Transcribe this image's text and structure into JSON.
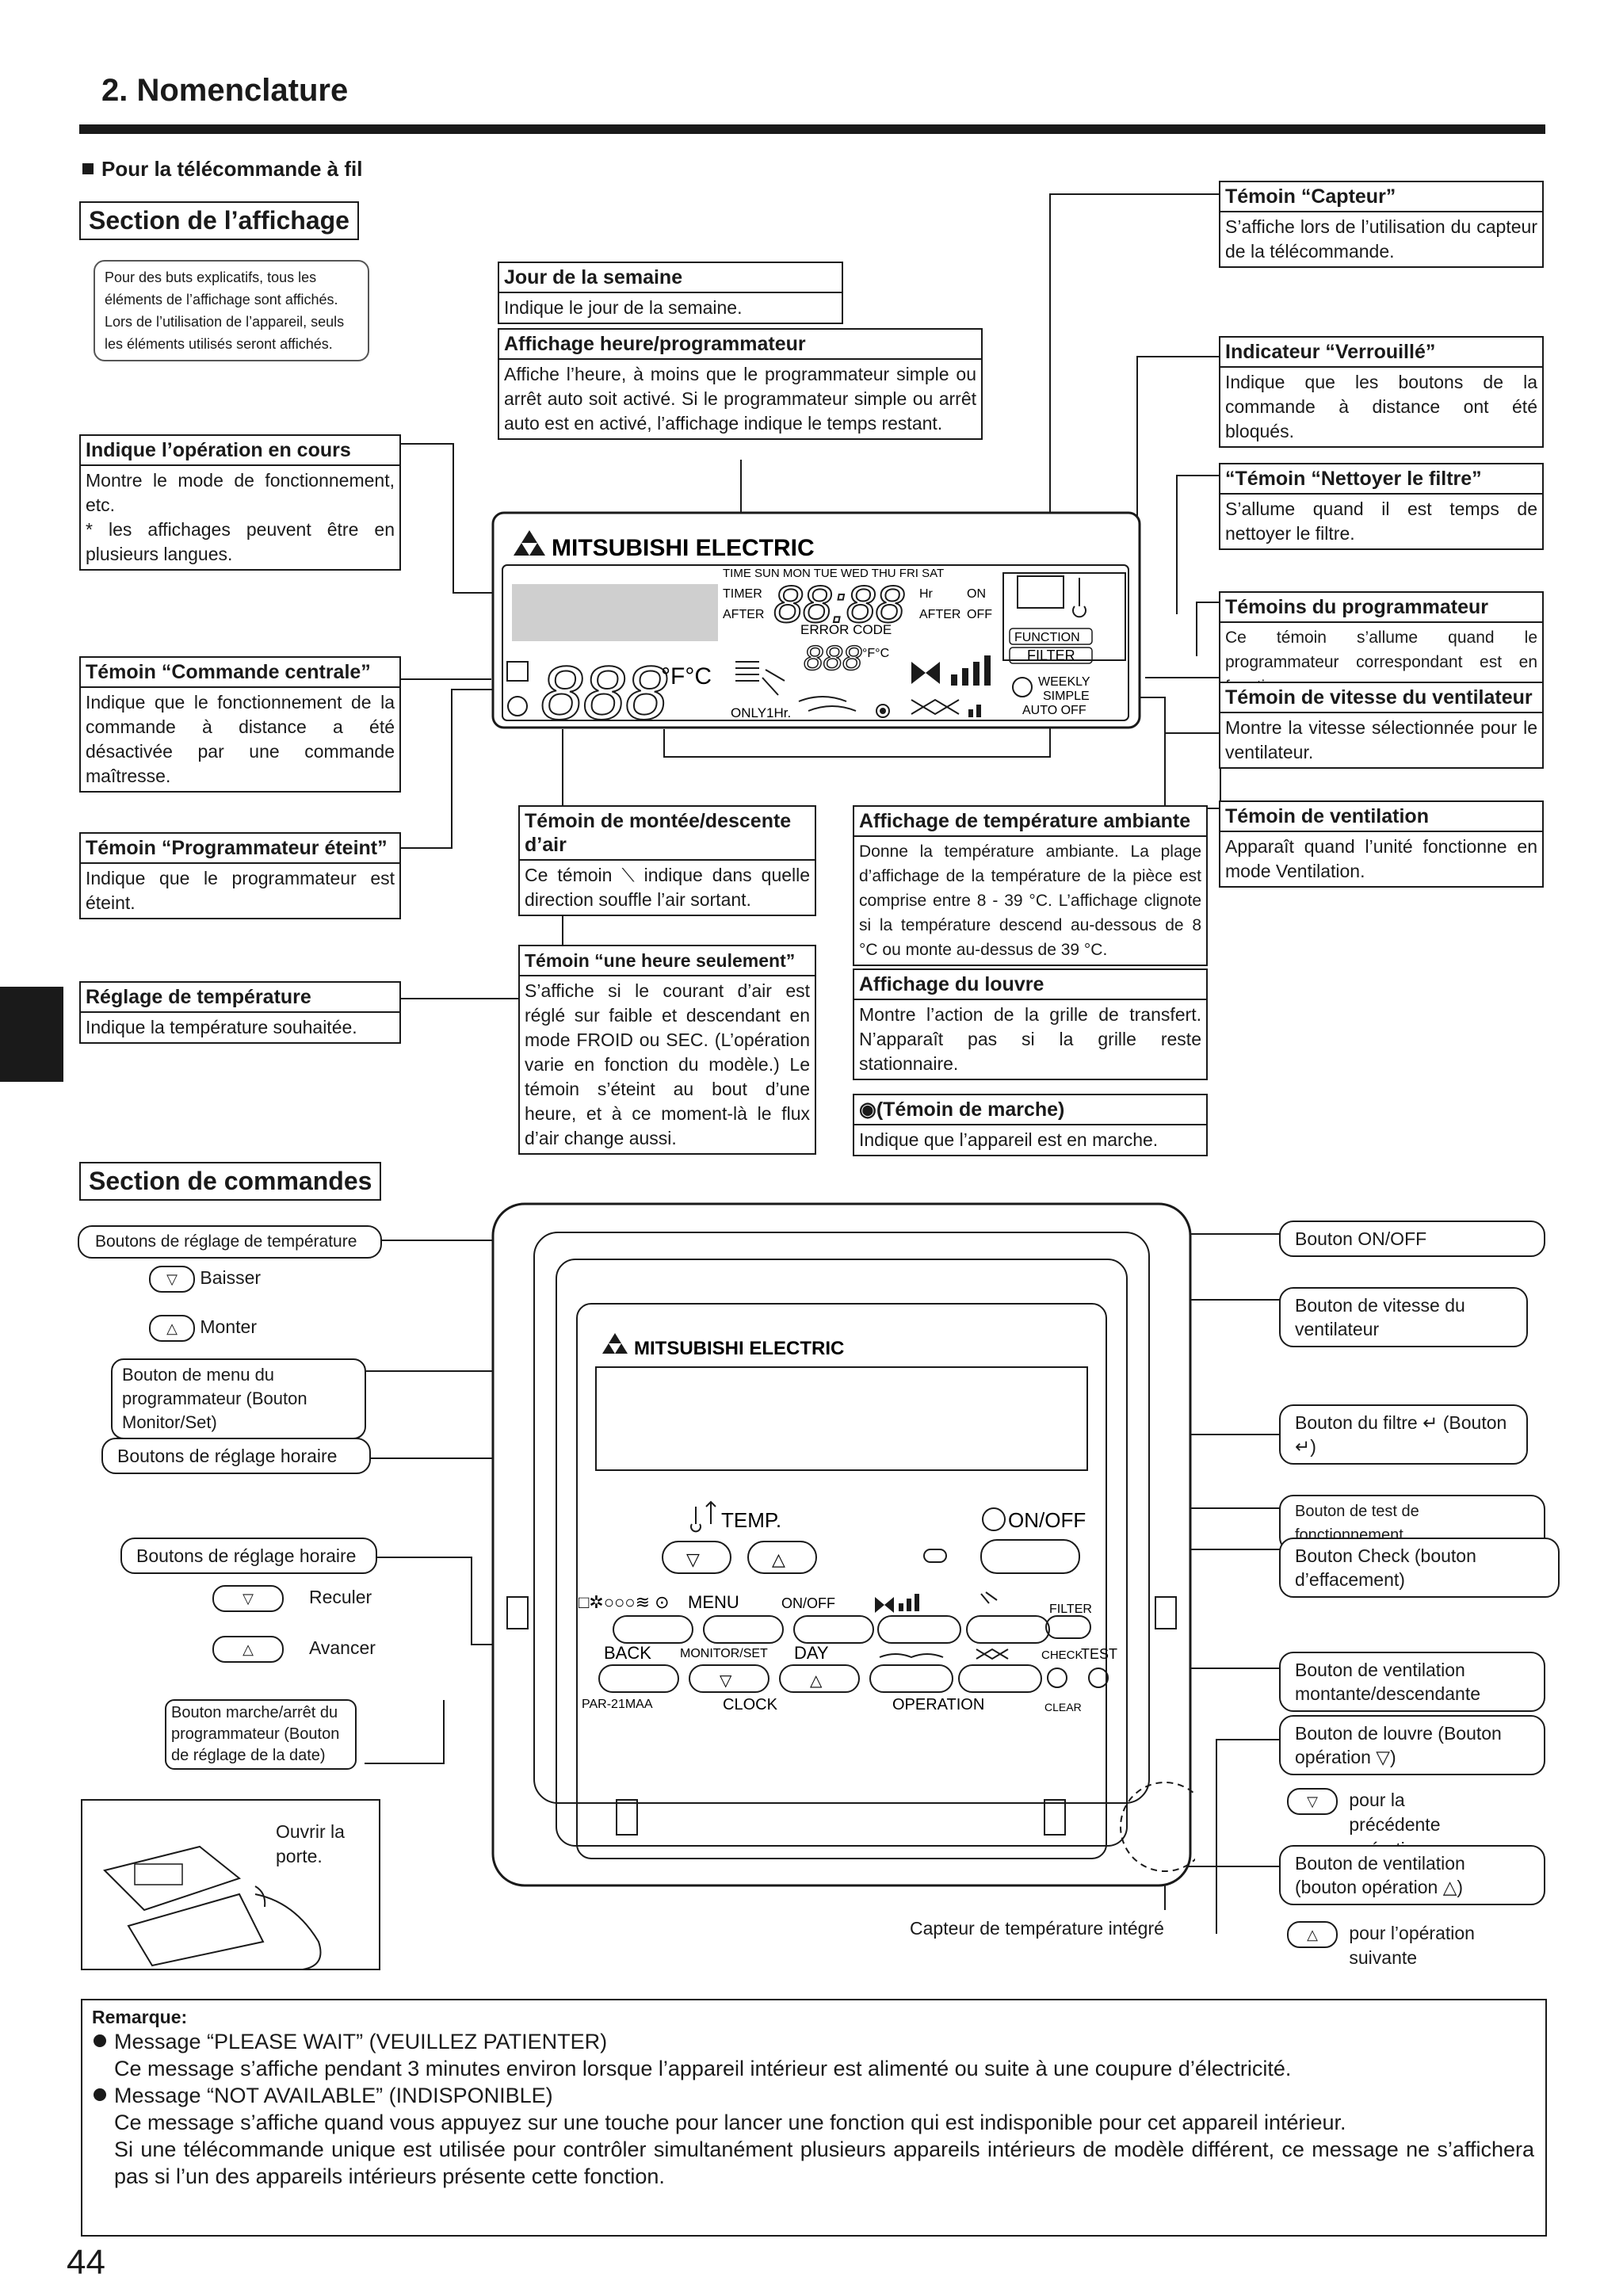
{
  "header": {
    "title": "2. Nomenclature",
    "subtitle": "Pour la télécommande à fil"
  },
  "display_section": {
    "heading": "Section de l’affichage",
    "note": "Pour des buts explicatifs, tous les éléments de l’affichage sont affichés. Lors de l’utilisation de l’appareil, seuls les éléments utilisés seront affichés.",
    "callouts": {
      "jour": {
        "title": "Jour de la semaine",
        "body": "Indique le jour de la semaine."
      },
      "heure": {
        "title": "Affichage heure/programmateur",
        "body": "Affiche l’heure, à moins que le programmateur simple ou arrêt auto soit activé. Si le programmateur simple ou arrêt auto est en activé, l’affichage indique le temps restant."
      },
      "operation": {
        "title": "Indique l’opération en cours",
        "body": "Montre le mode de fonctionnement, etc.",
        "body2": "* les affichages peuvent être en plusieurs langues."
      },
      "commande_centrale": {
        "title": "Témoin “Commande centrale”",
        "body": "Indique que le fonctionnement de la commande à distance a été désactivée par une commande maîtresse."
      },
      "prog_eteint": {
        "title": "Témoin “Programmateur éteint”",
        "body": "Indique que le programmateur est éteint."
      },
      "reglage_temp": {
        "title": "Réglage de température",
        "body": "Indique la température souhaitée."
      },
      "montee": {
        "title": "Témoin de montée/descente d’air",
        "body1": "Ce témoin",
        "body2": "indique dans quelle direction souffle l’air sortant."
      },
      "une_heure": {
        "title": "Témoin “une heure seulement”",
        "body": "S’affiche si le courant d’air est réglé sur faible et descendant en mode FROID ou SEC. (L’opération varie en fonction du modèle.) Le témoin s’éteint au bout d’une heure, et à ce moment-là le flux d’air change aussi."
      },
      "temp_ambiante": {
        "title": "Affichage de température ambiante",
        "body": "Donne la température ambiante. La plage d’affichage de la température de la pièce est comprise entre 8 - 39 °C. L’affichage clignote si la température descend au-dessous de 8 °C ou monte au-dessus de 39 °C."
      },
      "louvre": {
        "title": "Affichage du louvre",
        "body": "Montre l’action de la grille de transfert. N’apparaît pas si la grille reste stationnaire."
      },
      "marche": {
        "title": "(Témoin de marche)",
        "body": "Indique que l’appareil est en marche."
      },
      "capteur": {
        "title": "Témoin “Capteur”",
        "body": "S’affiche lors de l’utilisation du capteur de la télécommande."
      },
      "verrouille": {
        "title": "Indicateur “Verrouillé”",
        "body": "Indique que les boutons de la commande à distance ont été bloqués."
      },
      "filtre": {
        "title": "“Témoin “Nettoyer le filtre”",
        "body": "S’allume quand il est temps de nettoyer le filtre."
      },
      "programmateur": {
        "title": "Témoins du programmateur",
        "body": "Ce témoin s’allume quand le programmateur correspondant est en fonction."
      },
      "vitesse": {
        "title": "Témoin de vitesse du ventilateur",
        "body": "Montre la vitesse sélectionnée pour le ventilateur."
      },
      "ventilation": {
        "title": "Témoin de ventilation",
        "body": "Apparaît quand l’unité fonctionne en mode Ventilation."
      }
    },
    "lcd": {
      "brand": "MITSUBISHI ELECTRIC",
      "days": "TIME  SUN  MON  TUE  WED  THU  FRI  SAT",
      "timer": "TIMER",
      "after": "AFTER",
      "hr": "Hr",
      "on": "ON",
      "after2": "AFTER",
      "off": "OFF",
      "error_code": "ERROR CODE",
      "digits_time": "88:88",
      "digits_temp": "888",
      "digits_small": "888",
      "unit": "°F°C",
      "unit_small": "°F°C",
      "only1hr": "ONLY1Hr.",
      "function": "FUNCTION",
      "filter": "FILTER",
      "weekly": "WEEKLY",
      "simple": "SIMPLE",
      "auto_off": "AUTO OFF"
    }
  },
  "controls_section": {
    "heading": "Section de commandes",
    "left": {
      "temp_buttons": "Boutons de réglage de température",
      "baisser": "Baisser",
      "monter": "Monter",
      "menu_button": "Bouton de menu du programmateur (Bouton Monitor/Set)",
      "horaire1": "Boutons de réglage horaire",
      "horaire2": "Boutons de réglage horaire",
      "reculer": "Reculer",
      "avancer": "Avancer",
      "marche_arret": "Bouton marche/arrêt du programmateur (Bouton de réglage de la date)",
      "ouvrir": "Ouvrir la porte."
    },
    "right": {
      "on_off": "Bouton ON/OFF",
      "vitesse": "Bouton de vitesse du ventilateur",
      "filtre": "Bouton du filtre ↵ (Bouton ↵)",
      "test": "Bouton de test de fonctionnement",
      "check": "Bouton Check (bouton d’effacement)",
      "ventilation_mt": "Bouton de ventilation montante/descendante",
      "louvre": "Bouton de louvre (Bouton opération ▽)",
      "precedente": "pour la précédente opération",
      "ventilation": "Bouton de ventilation (bouton opération △)",
      "suivante": "pour l’opération suivante"
    },
    "sensor": "Capteur de température intégré",
    "remote": {
      "brand": "MITSUBISHI ELECTRIC",
      "temp": "TEMP.",
      "onoff": "ON/OFF",
      "menu": "MENU",
      "on_off_small": "ON/OFF",
      "back": "BACK",
      "monitor": "MONITOR/SET",
      "day": "DAY",
      "model": "PAR-21MAA",
      "clock": "CLOCK",
      "operation": "OPERATION",
      "filter": "FILTER",
      "check": "CHECK",
      "test": "TEST",
      "clear": "CLEAR"
    }
  },
  "remark": {
    "heading": "Remarque:",
    "items": [
      {
        "title": "Message “PLEASE WAIT” (VEUILLEZ PATIENTER)",
        "text": "Ce message s’affiche pendant 3 minutes environ lorsque l’appareil intérieur est alimenté ou suite à une coupure d’électricité."
      },
      {
        "title": "Message “NOT AVAILABLE” (INDISPONIBLE)",
        "text": "Ce message s’affiche quand vous appuyez sur une touche pour lancer une fonction qui est indisponible pour cet appareil intérieur.",
        "text2": "Si une télécommande unique est utilisée pour contrôler simultanément plusieurs appareils intérieurs de modèle différent, ce message ne s’affichera pas si l’un des appareils intérieurs présente cette fonction."
      }
    ]
  },
  "page_number": "44"
}
